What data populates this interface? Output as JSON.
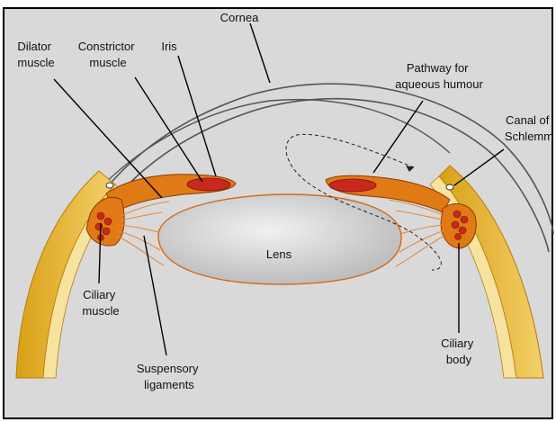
{
  "labels": {
    "cornea": "Cornea",
    "dilator": [
      "Dilator",
      "muscle"
    ],
    "constrictor": [
      "Constrictor",
      "muscle"
    ],
    "iris": "Iris",
    "pathway": [
      "Pathway for",
      "aqueous humour"
    ],
    "canal": [
      "Canal of",
      "Schlemm"
    ],
    "lens": "Lens",
    "ciliary_muscle": [
      "Ciliary",
      "muscle"
    ],
    "ciliary_body": [
      "Ciliary",
      "body"
    ],
    "suspensory": [
      "Suspensory",
      "ligaments"
    ]
  },
  "colors": {
    "background": "#d9d9d9",
    "sclera_outer": "#e0a21a",
    "sclera_inner": "#f3cf5a",
    "muscle": "#e07a14",
    "muscle_red": "#c8281e",
    "lens_fill": "#c9c9c9",
    "ligament": "#e58a3c",
    "cornea_line": "#555555"
  }
}
